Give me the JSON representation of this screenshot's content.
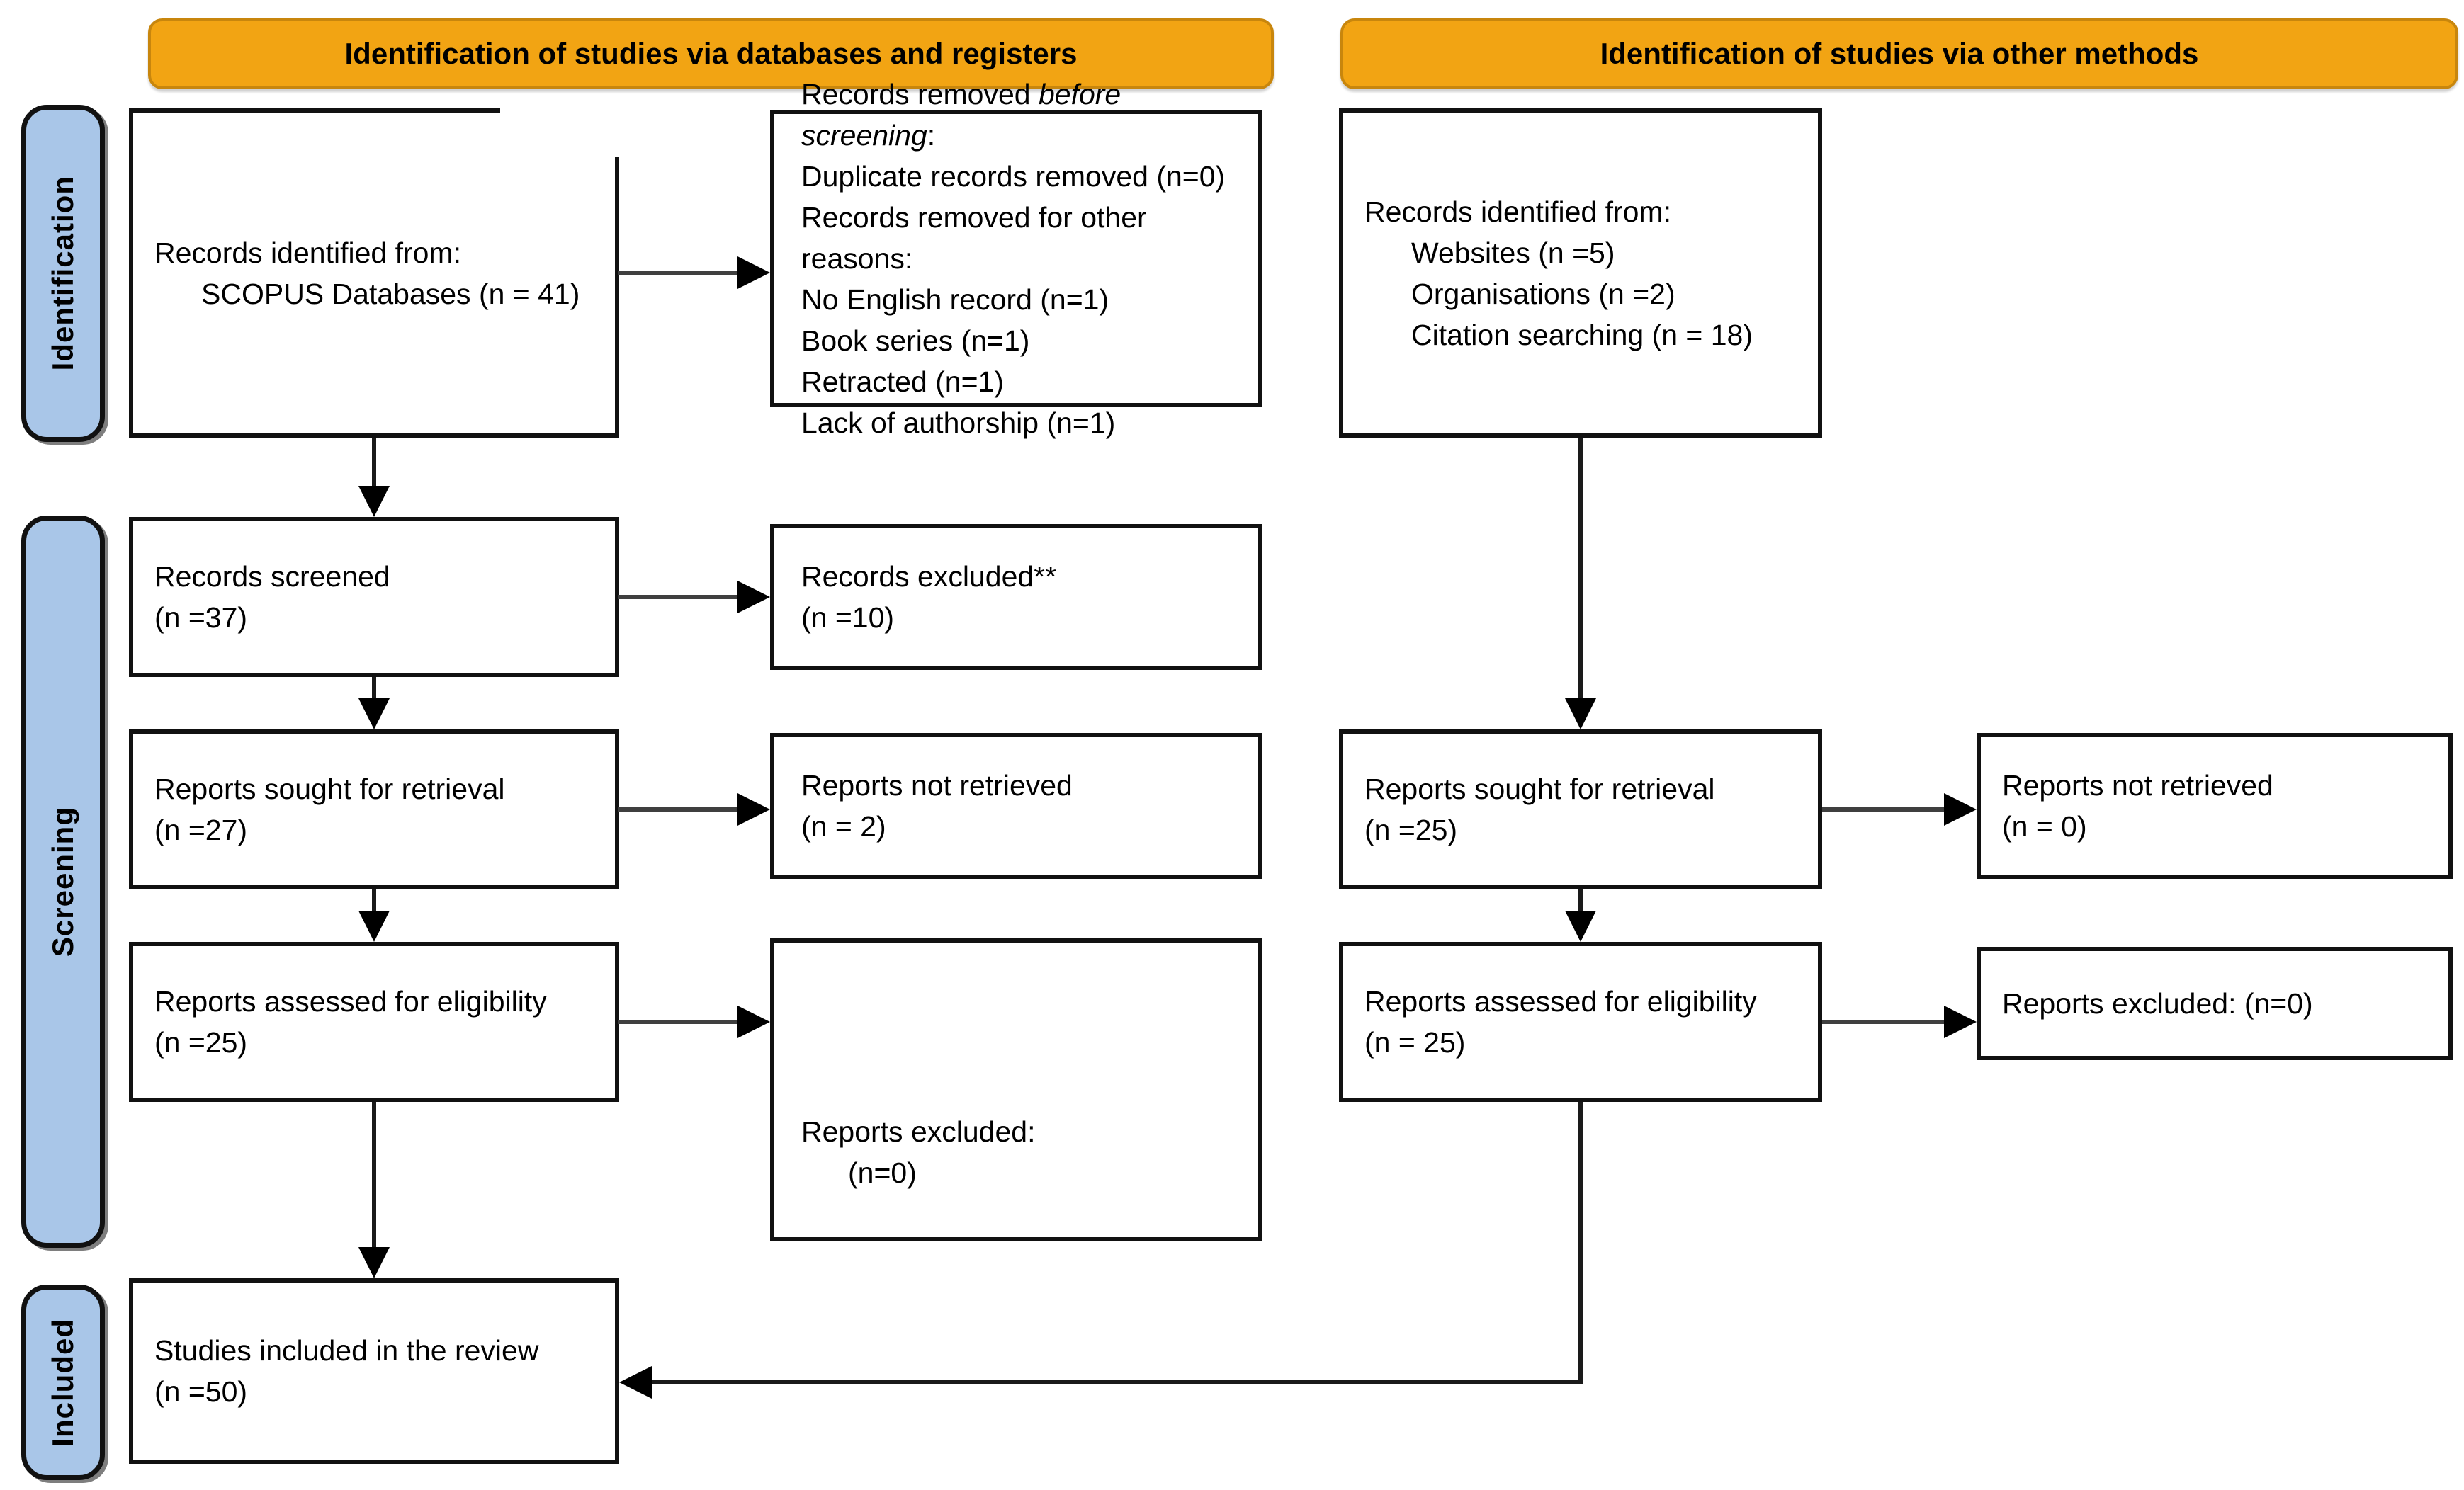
{
  "banners": {
    "databases": "Identification of studies via databases and registers",
    "other_methods": "Identification of studies via other methods"
  },
  "stages": {
    "identification": "Identification",
    "screening": "Screening",
    "included": "Included"
  },
  "boxes": {
    "records_identified_db": {
      "line1": "Records identified from:",
      "line2": "SCOPUS Databases (n = 41)"
    },
    "records_removed": {
      "line1_prefix": "Records removed ",
      "line1_italic": "before screening",
      "line1_suffix": ":",
      "lines": [
        "Duplicate records removed (n=0)",
        "Records removed for other reasons:",
        "No English record (n=1)",
        "Book series (n=1)",
        "Retracted (n=1)",
        "Lack of authorship (n=1)"
      ]
    },
    "records_identified_other": {
      "line1": "Records identified from:",
      "items": [
        "Websites (n =5)",
        "Organisations (n =2)",
        "Citation searching (n = 18)"
      ]
    },
    "records_screened": {
      "line1": "Records screened",
      "line2": "(n =37)"
    },
    "records_excluded": {
      "line1": "Records excluded**",
      "line2": "(n =10)"
    },
    "reports_sought_db": {
      "line1": "Reports sought for retrieval",
      "line2": "(n =27)"
    },
    "reports_not_retrieved_db": {
      "line1": "Reports not retrieved",
      "line2": "(n = 2)"
    },
    "reports_sought_other": {
      "line1": "Reports sought for retrieval",
      "line2": "(n =25)"
    },
    "reports_not_retrieved_other": {
      "line1": "Reports not retrieved",
      "line2": "(n = 0)"
    },
    "reports_assessed_db": {
      "line1": "Reports assessed for eligibility",
      "line2": "(n =25)"
    },
    "reports_excluded_db": {
      "line1": "Reports excluded:",
      "line2": "(n=0)"
    },
    "reports_assessed_other": {
      "line1": "Reports assessed for eligibility",
      "line2": "(n = 25)"
    },
    "reports_excluded_other": {
      "line1": "Reports excluded: (n=0)"
    },
    "studies_included": {
      "line1": "Studies included in the review",
      "line2": "(n =50)"
    }
  },
  "colors": {
    "banner_bg": "#F2A413",
    "stage_bg": "#A9C6E8"
  }
}
